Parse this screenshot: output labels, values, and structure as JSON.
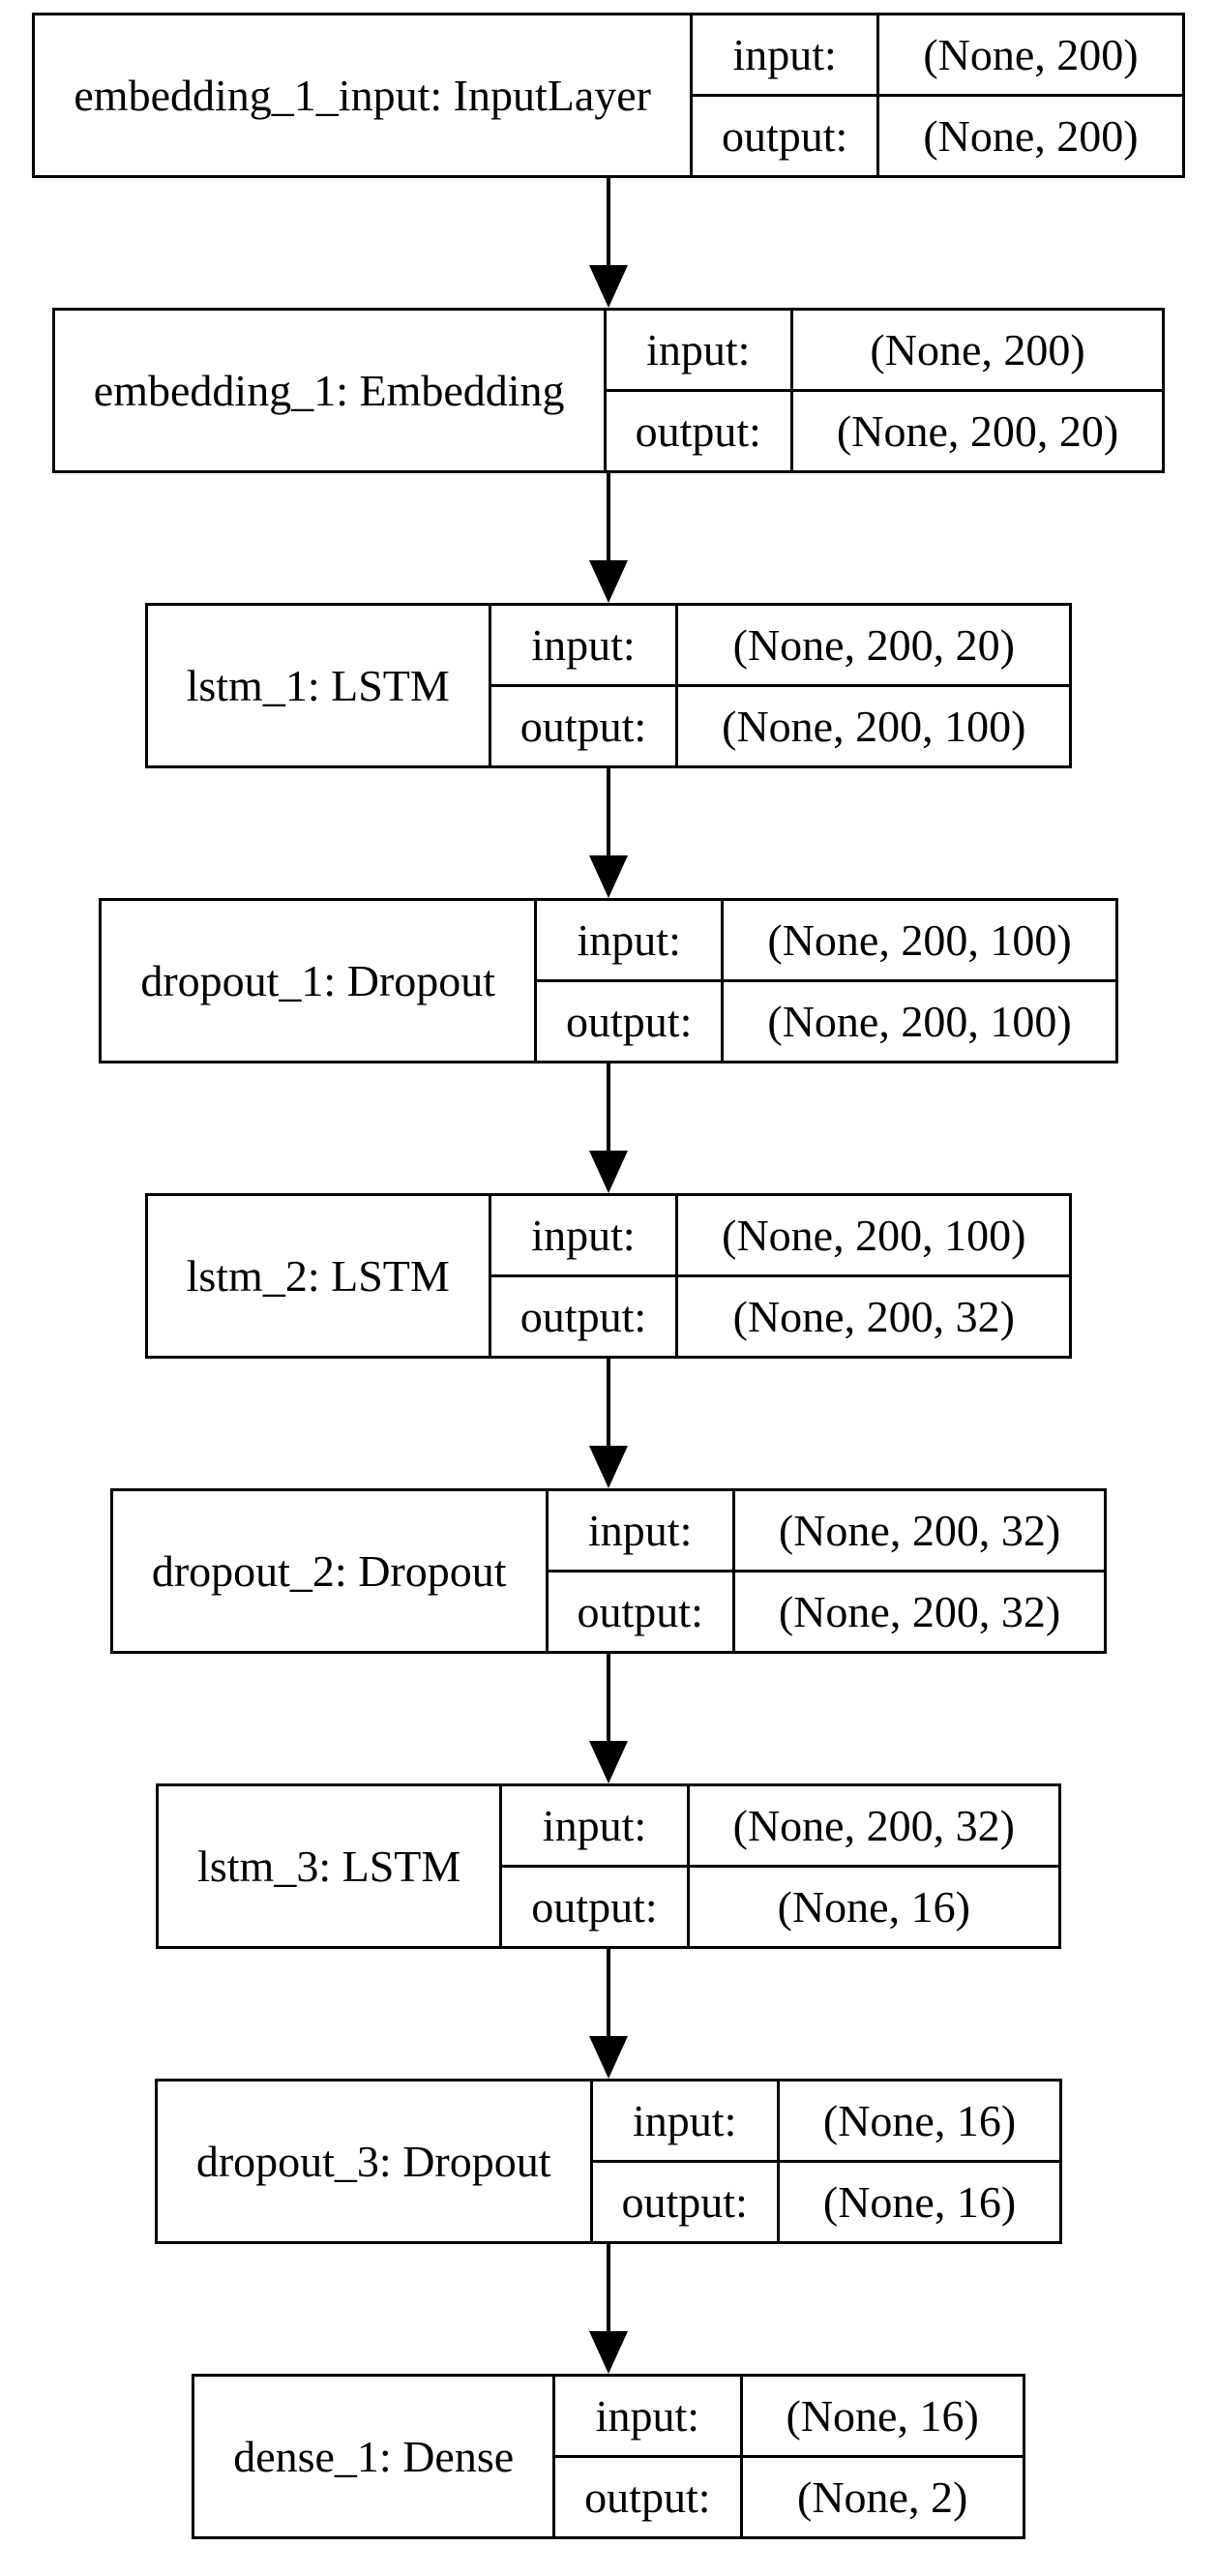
{
  "diagram": {
    "kind": "neural-network-layer-graph",
    "colors": {
      "background": "#ffffff",
      "border": "#000000",
      "text": "#000000"
    },
    "labels": {
      "input": "input:",
      "output": "output:"
    },
    "layers": [
      {
        "name": "embedding_1_input: InputLayer",
        "input_shape": "(None, 200)",
        "output_shape": "(None, 200)"
      },
      {
        "name": "embedding_1: Embedding",
        "input_shape": "(None, 200)",
        "output_shape": "(None, 200, 20)"
      },
      {
        "name": "lstm_1: LSTM",
        "input_shape": "(None, 200, 20)",
        "output_shape": "(None, 200, 100)"
      },
      {
        "name": "dropout_1: Dropout",
        "input_shape": "(None, 200, 100)",
        "output_shape": "(None, 200, 100)"
      },
      {
        "name": "lstm_2: LSTM",
        "input_shape": "(None, 200, 100)",
        "output_shape": "(None, 200, 32)"
      },
      {
        "name": "dropout_2: Dropout",
        "input_shape": "(None, 200, 32)",
        "output_shape": "(None, 200, 32)"
      },
      {
        "name": "lstm_3: LSTM",
        "input_shape": "(None, 200, 32)",
        "output_shape": "(None, 16)"
      },
      {
        "name": "dropout_3: Dropout",
        "input_shape": "(None, 16)",
        "output_shape": "(None, 16)"
      },
      {
        "name": "dense_1: Dense",
        "input_shape": "(None, 16)",
        "output_shape": "(None, 2)"
      }
    ]
  }
}
